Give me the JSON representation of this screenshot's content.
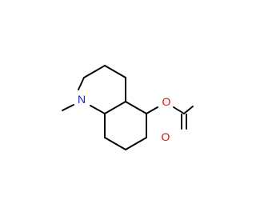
{
  "molecule": {
    "atoms": [
      {
        "id": "N",
        "label": "N",
        "color": "#1f1fd0"
      },
      {
        "id": "O_ester",
        "label": "O",
        "color": "#e01010"
      },
      {
        "id": "O_carbonyl",
        "label": "O",
        "color": "#e01010"
      }
    ],
    "bond_color": "#000000"
  }
}
